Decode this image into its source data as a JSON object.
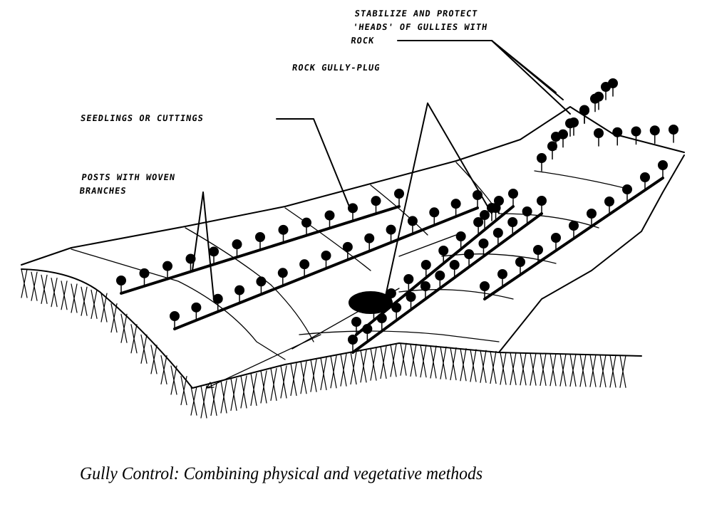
{
  "labels": {
    "stabilize_line1": "STABILIZE AND PROTECT",
    "stabilize_line2": "'HEADS' OF GULLIES WITH",
    "stabilize_line3": "ROCK",
    "rock_gully_plug": "ROCK GULLY-PLUG",
    "seedlings": "SEEDLINGS OR CUTTINGS",
    "posts_line1": "POSTS WITH WOVEN",
    "posts_line2": "BRANCHES"
  },
  "caption": "Gully Control: Combining physical and vegetative methods",
  "colors": {
    "ink": "#000000",
    "paper": "#ffffff"
  }
}
